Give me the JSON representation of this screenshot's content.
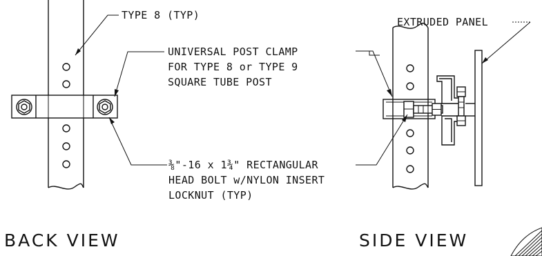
{
  "labels": {
    "type8": "TYPE 8 (TYP)",
    "clamp_line1": "UNIVERSAL POST CLAMP",
    "clamp_line2": "FOR TYPE 8 or TYPE 9",
    "clamp_line3": "SQUARE TUBE POST",
    "bolt_line1": "⅜\"-16 x 1¾\" RECTANGULAR",
    "bolt_line2": "HEAD BOLT w/NYLON INSERT",
    "bolt_line3": "LOCKNUT (TYP)",
    "extruded_panel": "EXTRUDED PANEL"
  },
  "views": {
    "back": "BACK VIEW",
    "side": "SIDE VIEW"
  },
  "colors": {
    "ink": "#111111",
    "paper": "#ffffff"
  }
}
